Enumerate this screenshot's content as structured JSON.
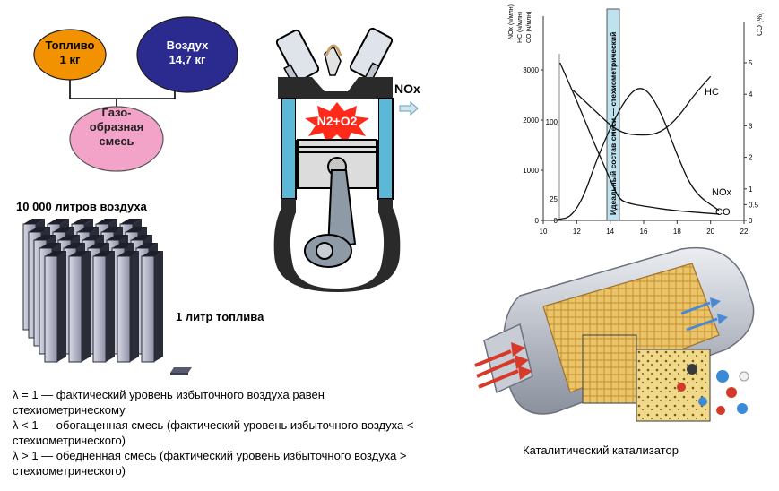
{
  "mixture": {
    "fuel_label": "Топливо\n1 кг",
    "air_label": "Воздух\n14,7 кг",
    "gas_label": "Газо-\nобразная\nсмесь",
    "fuel_color": "#f39200",
    "air_color": "#2b2b8f",
    "gas_color": "#f4a3c8"
  },
  "volumes": {
    "air_volume_label": "10 000 литров воздуха",
    "fuel_volume_label": "1 литр топлива"
  },
  "engine": {
    "reaction_label": "N2+O2",
    "exhaust_label": "NOx"
  },
  "lambda": {
    "line1": "λ = 1 — фактический уровень избыточного воздуха равен стехиометрическому",
    "line2": "λ < 1 — обогащенная смесь (фактический уровень избыточного воздуха < стехиометрического)",
    "line3": "λ > 1 — обедненная смесь (фактический уровень избыточного воздуха > стехиометрического)"
  },
  "catalyst": {
    "caption": "Каталитический катализатор"
  },
  "chart_data": {
    "type": "line",
    "x": [
      10,
      12,
      14,
      16,
      18,
      20,
      22
    ],
    "xlim": [
      10,
      22
    ],
    "stoich_label": "Идеальный состав смеси — стехиометрический",
    "left_axis_nox": {
      "label": "NOx",
      "unit": "(ч/млн)",
      "ticks": [
        0,
        1000,
        2000,
        3000
      ]
    },
    "left_axis_hc": {
      "label": "НС",
      "unit": "(ч/млн)",
      "ticks": [
        0,
        25,
        100
      ]
    },
    "left_axis_co": {
      "label": "CO",
      "unit": "(ч/млн)",
      "ticks": [
        0,
        25,
        100
      ]
    },
    "right_axis": {
      "label": "CO (%)",
      "ticks": [
        0,
        0.5,
        1,
        2,
        3,
        4,
        5
      ]
    },
    "series": [
      {
        "name": "HC",
        "points": [
          [
            11.8,
            100
          ],
          [
            13,
            80
          ],
          [
            14.5,
            55
          ],
          [
            16,
            52
          ],
          [
            17,
            55
          ],
          [
            18,
            70
          ],
          [
            19,
            95
          ],
          [
            20,
            115
          ]
        ]
      },
      {
        "name": "NOx",
        "points": [
          [
            10.5,
            0
          ],
          [
            12,
            80
          ],
          [
            13.5,
            1500
          ],
          [
            15,
            2500
          ],
          [
            16,
            2700
          ],
          [
            17,
            2200
          ],
          [
            18,
            1300
          ],
          [
            19,
            550
          ],
          [
            20.5,
            200
          ]
        ]
      },
      {
        "name": "CO",
        "points": [
          [
            11,
            5
          ],
          [
            12,
            3.8
          ],
          [
            13,
            2.5
          ],
          [
            14,
            1.3
          ],
          [
            14.5,
            0.7
          ],
          [
            15,
            0.55
          ],
          [
            16,
            0.45
          ],
          [
            18,
            0.3
          ],
          [
            20.5,
            0.2
          ]
        ]
      }
    ]
  }
}
